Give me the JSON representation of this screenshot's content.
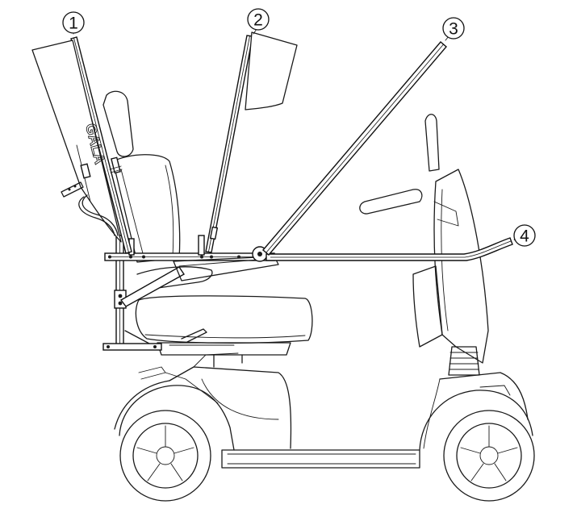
{
  "callouts": [
    {
      "id": 1,
      "label": "1"
    },
    {
      "id": 2,
      "label": "2"
    },
    {
      "id": 3,
      "label": "3"
    },
    {
      "id": 4,
      "label": "4"
    }
  ],
  "logo_text": "GALA",
  "colors": {
    "line": "#1a1a1a",
    "background": "#ffffff"
  }
}
